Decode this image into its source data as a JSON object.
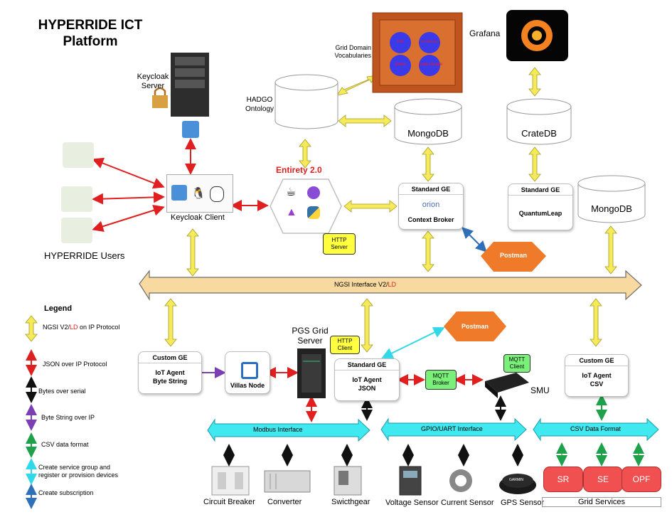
{
  "title": {
    "line1": "HYPERRIDE ICT",
    "line2": "Platform"
  },
  "keycloak_server": {
    "line1": "Keycloak",
    "line2": "Server"
  },
  "keycloak_client": "Keycloak Client",
  "users_label": "HYPERRIDE Users",
  "hadgo": {
    "line1": "HADGO",
    "line2": "Ontology"
  },
  "vocab": {
    "line1": "Grid Domain",
    "line2": "Vocabularies"
  },
  "vocab_items": [
    "CIM",
    "Vocabulary",
    "SAREF",
    "SAREF4ENER"
  ],
  "grafana": "Grafana",
  "mongodb_top": "MongoDB",
  "cratedb": "CrateDB",
  "mongodb_right": "MongoDB",
  "entirety": "Entirety 2.0",
  "http_server": {
    "line1": "HTTP",
    "line2": "Server"
  },
  "orion": {
    "header": "Standard GE",
    "logo": "orion",
    "name": "Context Broker"
  },
  "quantumleap": {
    "header": "Standard GE",
    "name": "QuantumLeap"
  },
  "postman_top": "Postman",
  "postman_mid": "Postman",
  "ngsi_bus": {
    "text": "NGSI Interface V2/",
    "ld": "LD"
  },
  "legend": {
    "title": "Legend",
    "items": [
      {
        "pre": "NGSI V2/",
        "ld": "LD",
        "post": " on IP Protocol"
      },
      {
        "pre": "JSON over IP Protocol"
      },
      {
        "pre": "Bytes over serial"
      },
      {
        "pre": "Byte String over IP"
      },
      {
        "pre": "CSV data format"
      },
      {
        "pre": "Create service group and register or provision devices"
      },
      {
        "pre": "Create subscription"
      }
    ]
  },
  "byte_agent": {
    "header": "Custom GE",
    "line1": "IoT Agent",
    "line2": "Byte String"
  },
  "villas": "Villas Node",
  "pgs": {
    "line1": "PGS Grid",
    "line2": "Server"
  },
  "http_client": {
    "line1": "HTTP",
    "line2": "Client"
  },
  "json_agent": {
    "header": "Standard GE",
    "line1": "IoT Agent",
    "line2": "JSON"
  },
  "mqtt_broker": {
    "line1": "MQTT",
    "line2": "Broker"
  },
  "mqtt_client": {
    "line1": "MQTT",
    "line2": "Client"
  },
  "smu": "SMU",
  "csv_agent": {
    "header": "Custom GE",
    "line1": "IoT Agent",
    "line2": "CSV"
  },
  "modbus": "Modbus Interface",
  "gpio": "GPIO/UART Interface",
  "csv_format": "CSV Data Format",
  "devices": [
    "Circuit Breaker",
    "Converter",
    "Swicthgear",
    "Voltage Sensor",
    "Current Sensor",
    "GPS Sensor"
  ],
  "gps_brand": "GARMIN",
  "grid_services": {
    "label": "Grid Services",
    "items": [
      "SR",
      "SE",
      "OPF"
    ]
  },
  "colors": {
    "yellow_arrow": "#f4ea5a",
    "red_arrow": "#e02020",
    "black_arrow": "#111111",
    "purple_arrow": "#7a3fb0",
    "green_arrow": "#1fa04b",
    "cyan_arrow": "#30e0f0",
    "blue_arrow": "#3070b8",
    "bus": "#f8d9a0",
    "cyan_bus": "#40e8f0",
    "postman": "#ee7a2a",
    "grid_service": "#f0504f"
  }
}
